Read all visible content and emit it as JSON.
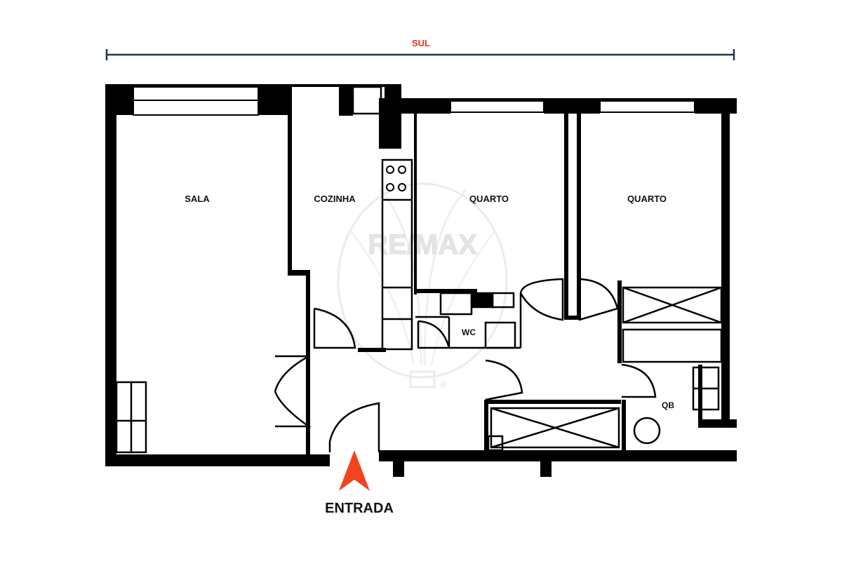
{
  "orientation": {
    "label": "SUL",
    "color": "#e8321e",
    "line_color": "#1f3550"
  },
  "entrance": {
    "label": "ENTRADA",
    "arrow_color": "#f2441d"
  },
  "rooms": {
    "sala": "SALA",
    "cozinha": "COZINHA",
    "quarto_1": "QUARTO",
    "quarto_2": "QUARTO",
    "wc": "WC",
    "qb": "QB"
  },
  "watermark": {
    "text": "RE/MAX",
    "symbol": "®",
    "color": "#d6d6d6"
  },
  "colors": {
    "wall": "#000000",
    "background": "#ffffff"
  }
}
